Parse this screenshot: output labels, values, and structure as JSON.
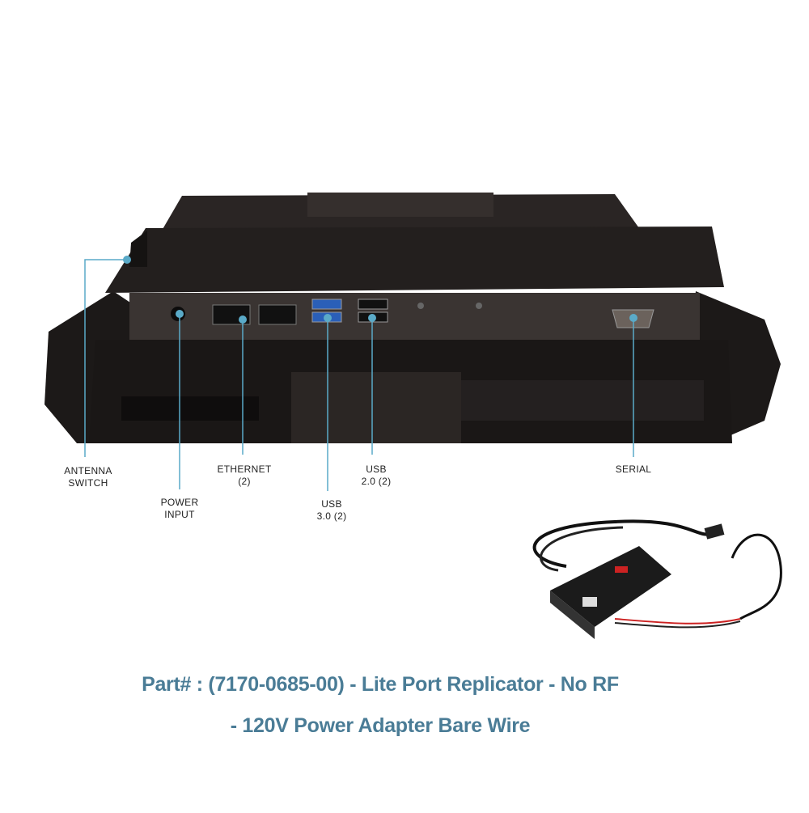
{
  "callouts": {
    "antenna_switch": "ANTENNA\nSWITCH",
    "power_input": "POWER\nINPUT",
    "ethernet": "ETHERNET\n(2)",
    "usb_30": "USB\n3.0 (2)",
    "usb_20": "USB\n2.0 (2)",
    "serial": "SERIAL"
  },
  "caption": {
    "line1": "Part# : (7170-0685-00) - Lite Port Replicator  - No RF",
    "line2": "- 120V  Power Adapter Bare Wire"
  },
  "colors": {
    "caption": "#4a7c96",
    "callout_line": "#5aaac8",
    "device": "#1e1b1a"
  }
}
